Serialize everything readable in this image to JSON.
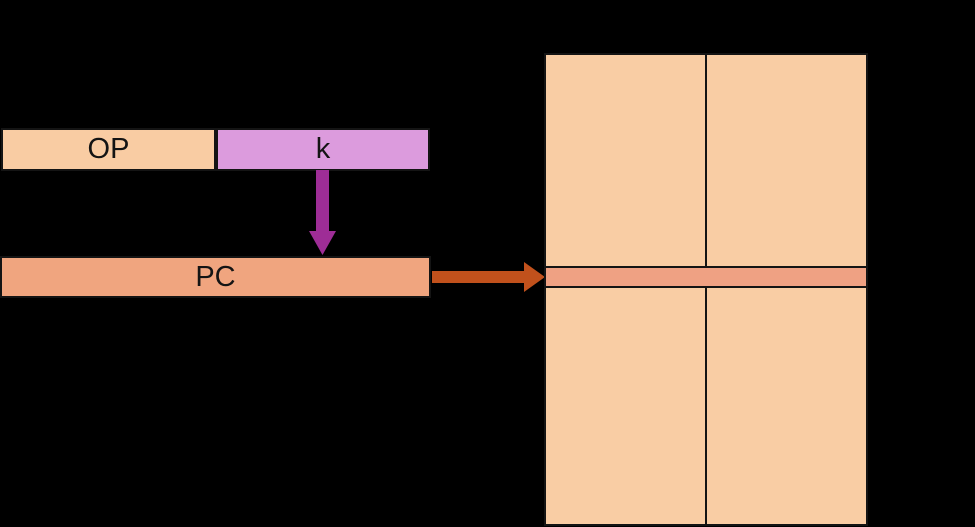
{
  "diagram": {
    "instruction_word": {
      "op_label": "OP",
      "k_label": "k"
    },
    "pc_register": {
      "label": "PC"
    },
    "memory_table": {
      "columns": 2,
      "highlighted_row": ""
    },
    "icons": {
      "down_arrow": "k-to-pc-arrow-icon",
      "right_arrow": "pc-to-memory-arrow-icon"
    },
    "colors": {
      "background": "#000000",
      "border": "#141414",
      "label_text": "#141414",
      "field_op_fill": "#F9CCA3",
      "field_k_fill": "#DC9BDD",
      "pc_fill": "#F0A57F",
      "memory_fill": "#F9CDA4",
      "highlight_fill": "#EFA183",
      "arrow_purple": "#9E2D96",
      "arrow_orange": "#C1511C"
    }
  }
}
